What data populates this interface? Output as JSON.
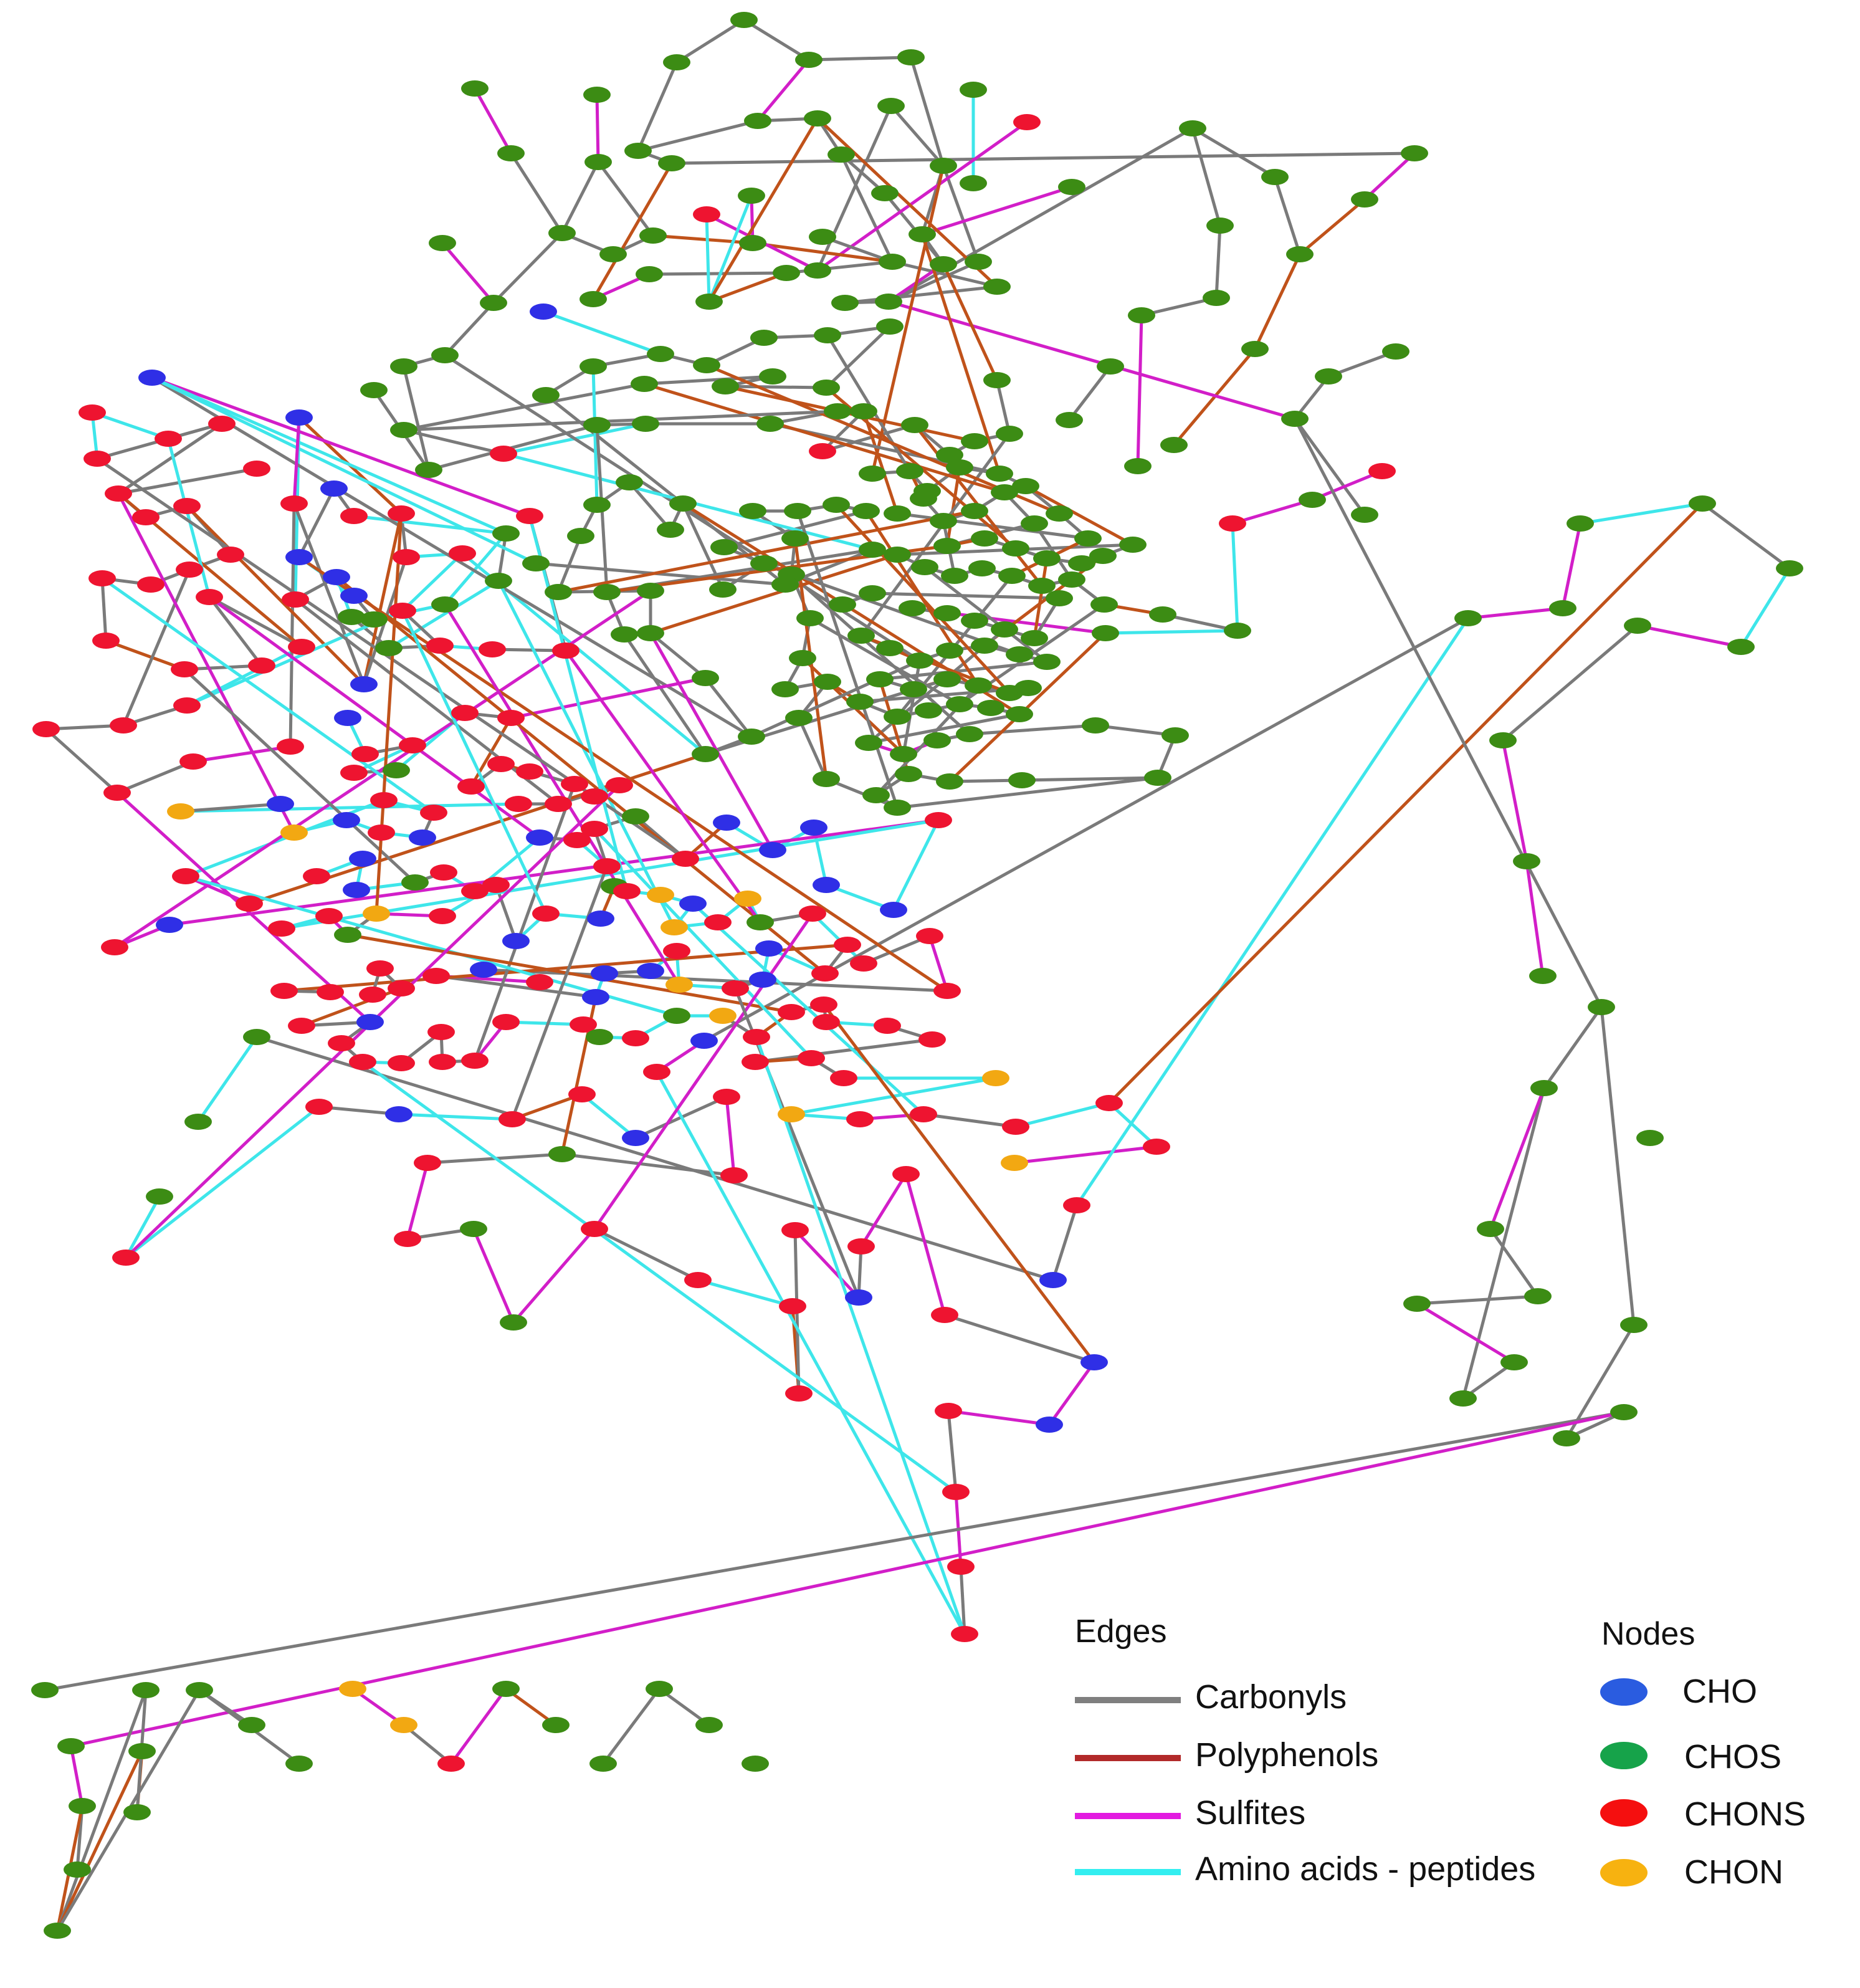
{
  "legend": {
    "edges_title": "Edges",
    "nodes_title": "Nodes",
    "edges": [
      {
        "label": "Carbonyls",
        "color": "#7f7f7f"
      },
      {
        "label": "Polyphenols",
        "color": "#b22a2a"
      },
      {
        "label": "Sulfites",
        "color": "#e21be0"
      },
      {
        "label": "Amino acids - peptides",
        "color": "#33eef0"
      }
    ],
    "nodes": [
      {
        "label": "CHO",
        "color": "#2a5ce0"
      },
      {
        "label": "CHOS",
        "color": "#16a34a"
      },
      {
        "label": "CHONS",
        "color": "#f50f0f"
      },
      {
        "label": "CHON",
        "color": "#f7b210"
      }
    ]
  },
  "graph_colors": {
    "node_fill": {
      "CHO": "#2f2fe6",
      "CHOS": "#3c8c14",
      "CHONS": "#ee1430",
      "CHON": "#f2a812"
    },
    "edge_stroke": {
      "Carbonyls": "#7a7a7a",
      "Polyphenols": "#c0521a",
      "Sulfites": "#d21ec8",
      "Amino acids - peptides": "#3ee6ea"
    }
  }
}
